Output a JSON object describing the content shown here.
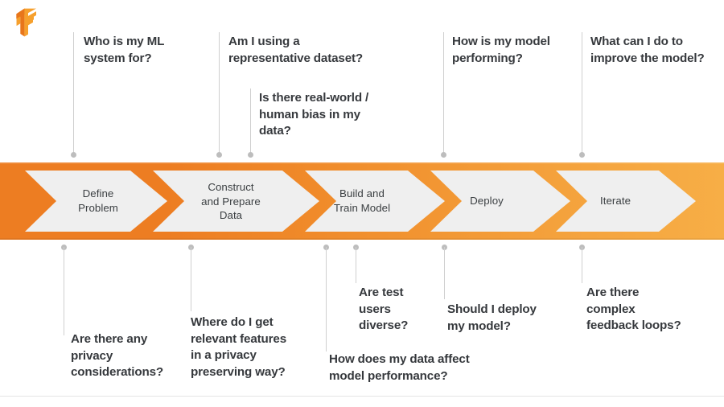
{
  "logo": {
    "name": "tensorflow-logo",
    "colors": [
      "#F6A02D",
      "#E8761B",
      "#FBB040"
    ]
  },
  "theme": {
    "band_orange_dark": "#ED7D22",
    "band_orange_light": "#F7AE46",
    "chevron_fill": "#EFEFEF",
    "text_dark": "#36393d",
    "chevron_text": "#3c4043",
    "connector_gray": "#cfcfcf",
    "dot_gray": "#bdbdbd"
  },
  "band": {
    "stages": [
      {
        "id": "define-problem",
        "label": "Define\nProblem"
      },
      {
        "id": "construct-prepare-data",
        "label": "Construct\nand Prepare\nData"
      },
      {
        "id": "build-train-model",
        "label": "Build and\nTrain Model"
      },
      {
        "id": "deploy",
        "label": "Deploy"
      },
      {
        "id": "iterate",
        "label": "Iterate"
      }
    ]
  },
  "questions_above": [
    {
      "id": "who-is-my-ml-system-for",
      "text": "Who is my ML\nsystem for?"
    },
    {
      "id": "am-i-using-a-representative-dataset",
      "text": "Am I using a\nrepresentative dataset?"
    },
    {
      "id": "is-there-real-world-human-bias",
      "text": "Is there real-world /\nhuman bias in my\ndata?"
    },
    {
      "id": "how-is-my-model-performing",
      "text": "How is my model\nperforming?"
    },
    {
      "id": "what-can-i-do-to-improve-the-model",
      "text": "What can I do to\nimprove the model?"
    }
  ],
  "questions_below": [
    {
      "id": "are-there-any-privacy-considerations",
      "text": "Are there any\nprivacy\nconsiderations?"
    },
    {
      "id": "where-do-i-get-relevant-features",
      "text": "Where do I get\nrelevant features\nin a privacy\npreserving way?"
    },
    {
      "id": "are-test-users-diverse",
      "text": "Are test\nusers\ndiverse?"
    },
    {
      "id": "how-does-my-data-affect-model-performance",
      "text": "How does my data affect\nmodel performance?"
    },
    {
      "id": "should-i-deploy-my-model",
      "text": "Should I deploy\nmy model?"
    },
    {
      "id": "are-there-complex-feedback-loops",
      "text": "Are there\ncomplex\nfeedback loops?"
    }
  ]
}
